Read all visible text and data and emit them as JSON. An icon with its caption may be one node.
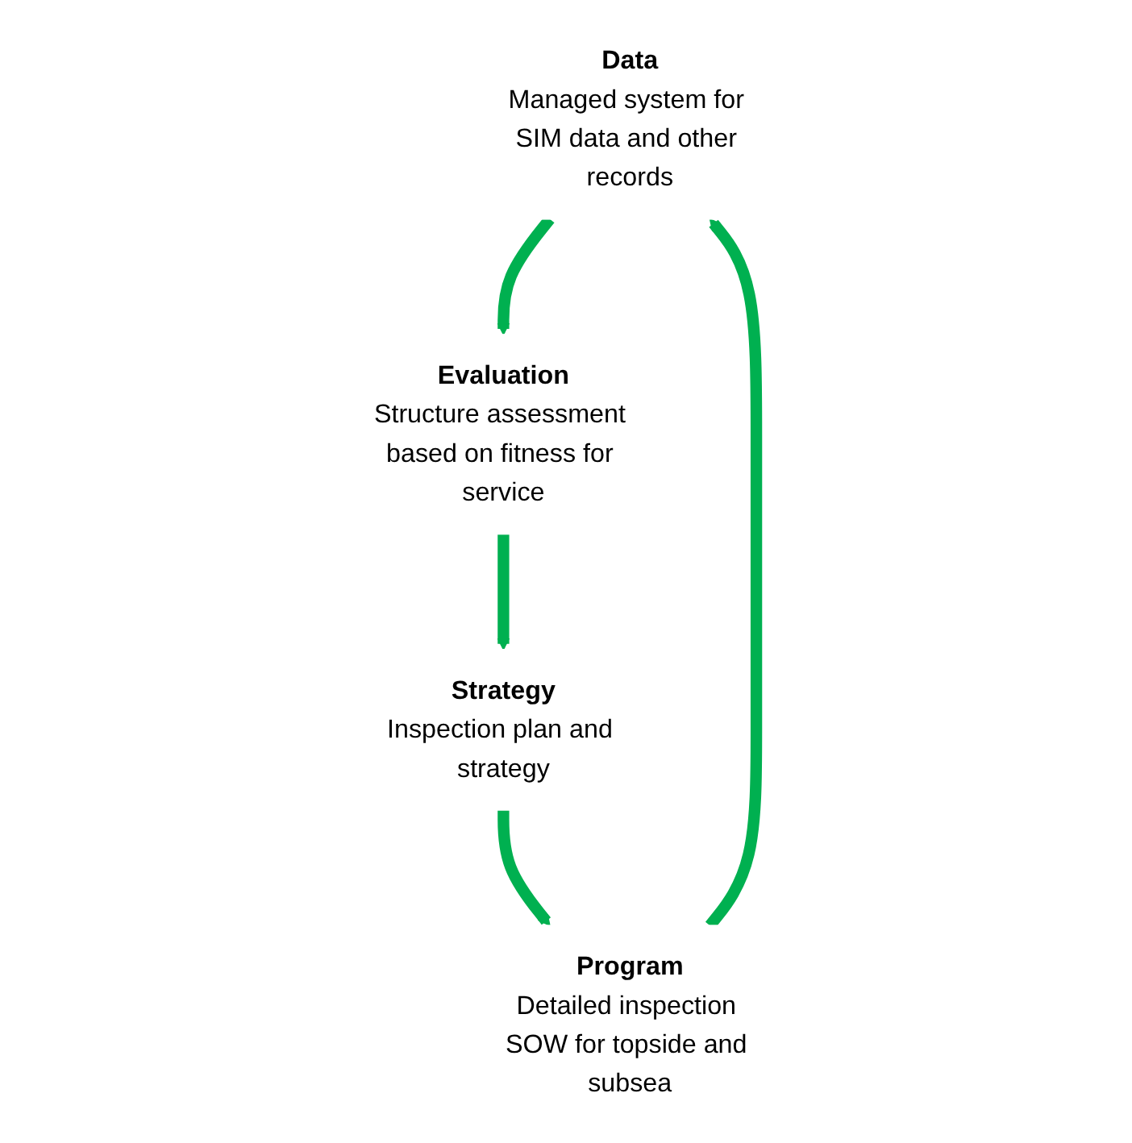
{
  "diagram": {
    "nodes": [
      {
        "text": [
          "Data",
          "Managed system for SIM data and other records"
        ]
      },
      {
        "text": [
          "Evaluation",
          "Structure assessment based on fitness for service"
        ]
      },
      {
        "text": [
          "Strategy",
          "Inspection plan and strategy"
        ]
      },
      {
        "text": [
          "Program",
          "Detailed inspection SOW for topside and subsea"
        ]
      }
    ],
    "edges": [
      {
        "from": 0,
        "to": 1,
        "arrow": "to"
      },
      {
        "from": 1,
        "to": 2,
        "arrow": "to"
      },
      {
        "from": 2,
        "to": 3,
        "arrow": "to"
      },
      {
        "from": 3,
        "to": 0,
        "arrow": "to"
      }
    ]
  }
}
